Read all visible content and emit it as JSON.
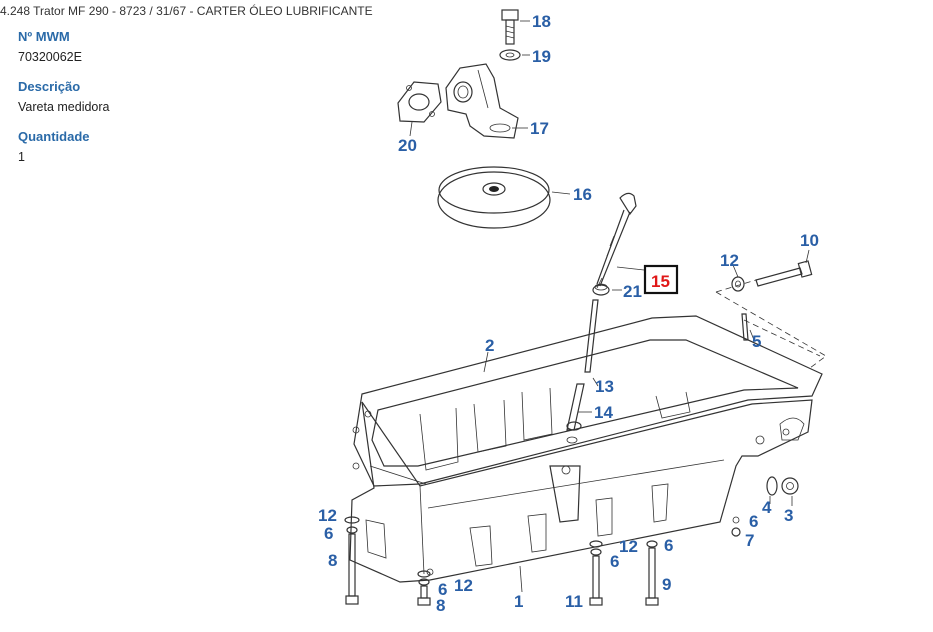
{
  "header": {
    "title": "4.248 Trator MF 290 - 8723  /  31/67 - CARTER ÓLEO LUBRIFICANTE"
  },
  "details": {
    "mwm_label": "Nº MWM",
    "mwm_value": "70320062E",
    "description_label": "Descrição",
    "description_value": "Vareta medidora",
    "quantity_label": "Quantidade",
    "quantity_value": "1"
  },
  "diagram": {
    "selected_callout": "15",
    "callouts": {
      "c1": "1",
      "c2": "2",
      "c3": "3",
      "c4": "4",
      "c5": "5",
      "c6a": "6",
      "c6b": "6",
      "c6c": "6",
      "c6d": "6",
      "c6e": "6",
      "c7": "7",
      "c8a": "8",
      "c8b": "8",
      "c9": "9",
      "c10": "10",
      "c11": "11",
      "c12a": "12",
      "c12b": "12",
      "c12c": "12",
      "c12d": "12",
      "c13": "13",
      "c14": "14",
      "c15": "15",
      "c16": "16",
      "c17": "17",
      "c18": "18",
      "c19": "19",
      "c20": "20",
      "c21": "21"
    },
    "colors": {
      "callout": "#2a5fa6",
      "selected": "#e01818",
      "selected_box": "#111111"
    }
  }
}
